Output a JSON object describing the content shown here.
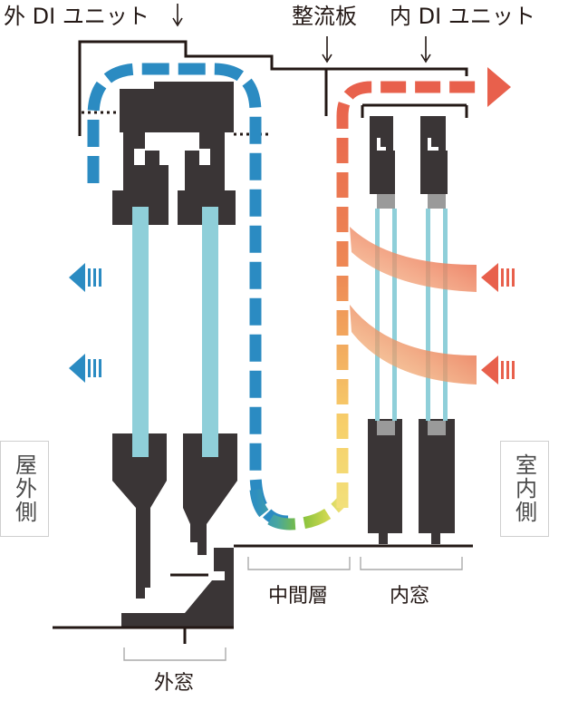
{
  "labels": {
    "outer_di_unit": "外 DI ユニット",
    "rectifier": "整流板",
    "inner_di_unit": "内 DI ユニット",
    "middle_layer": "中間層",
    "inner_window": "内窓",
    "outer_window": "外窓",
    "outdoor_side": "屋外側",
    "indoor_side": "室内側"
  },
  "colors": {
    "frame": "#3a3536",
    "glass": "#8fcfd9",
    "outdoor_flow": "#2b8bc2",
    "indoor_flow": "#e8604c",
    "flow_mid": "#f6c96b",
    "flow_bottom": "#7cbf3a"
  }
}
